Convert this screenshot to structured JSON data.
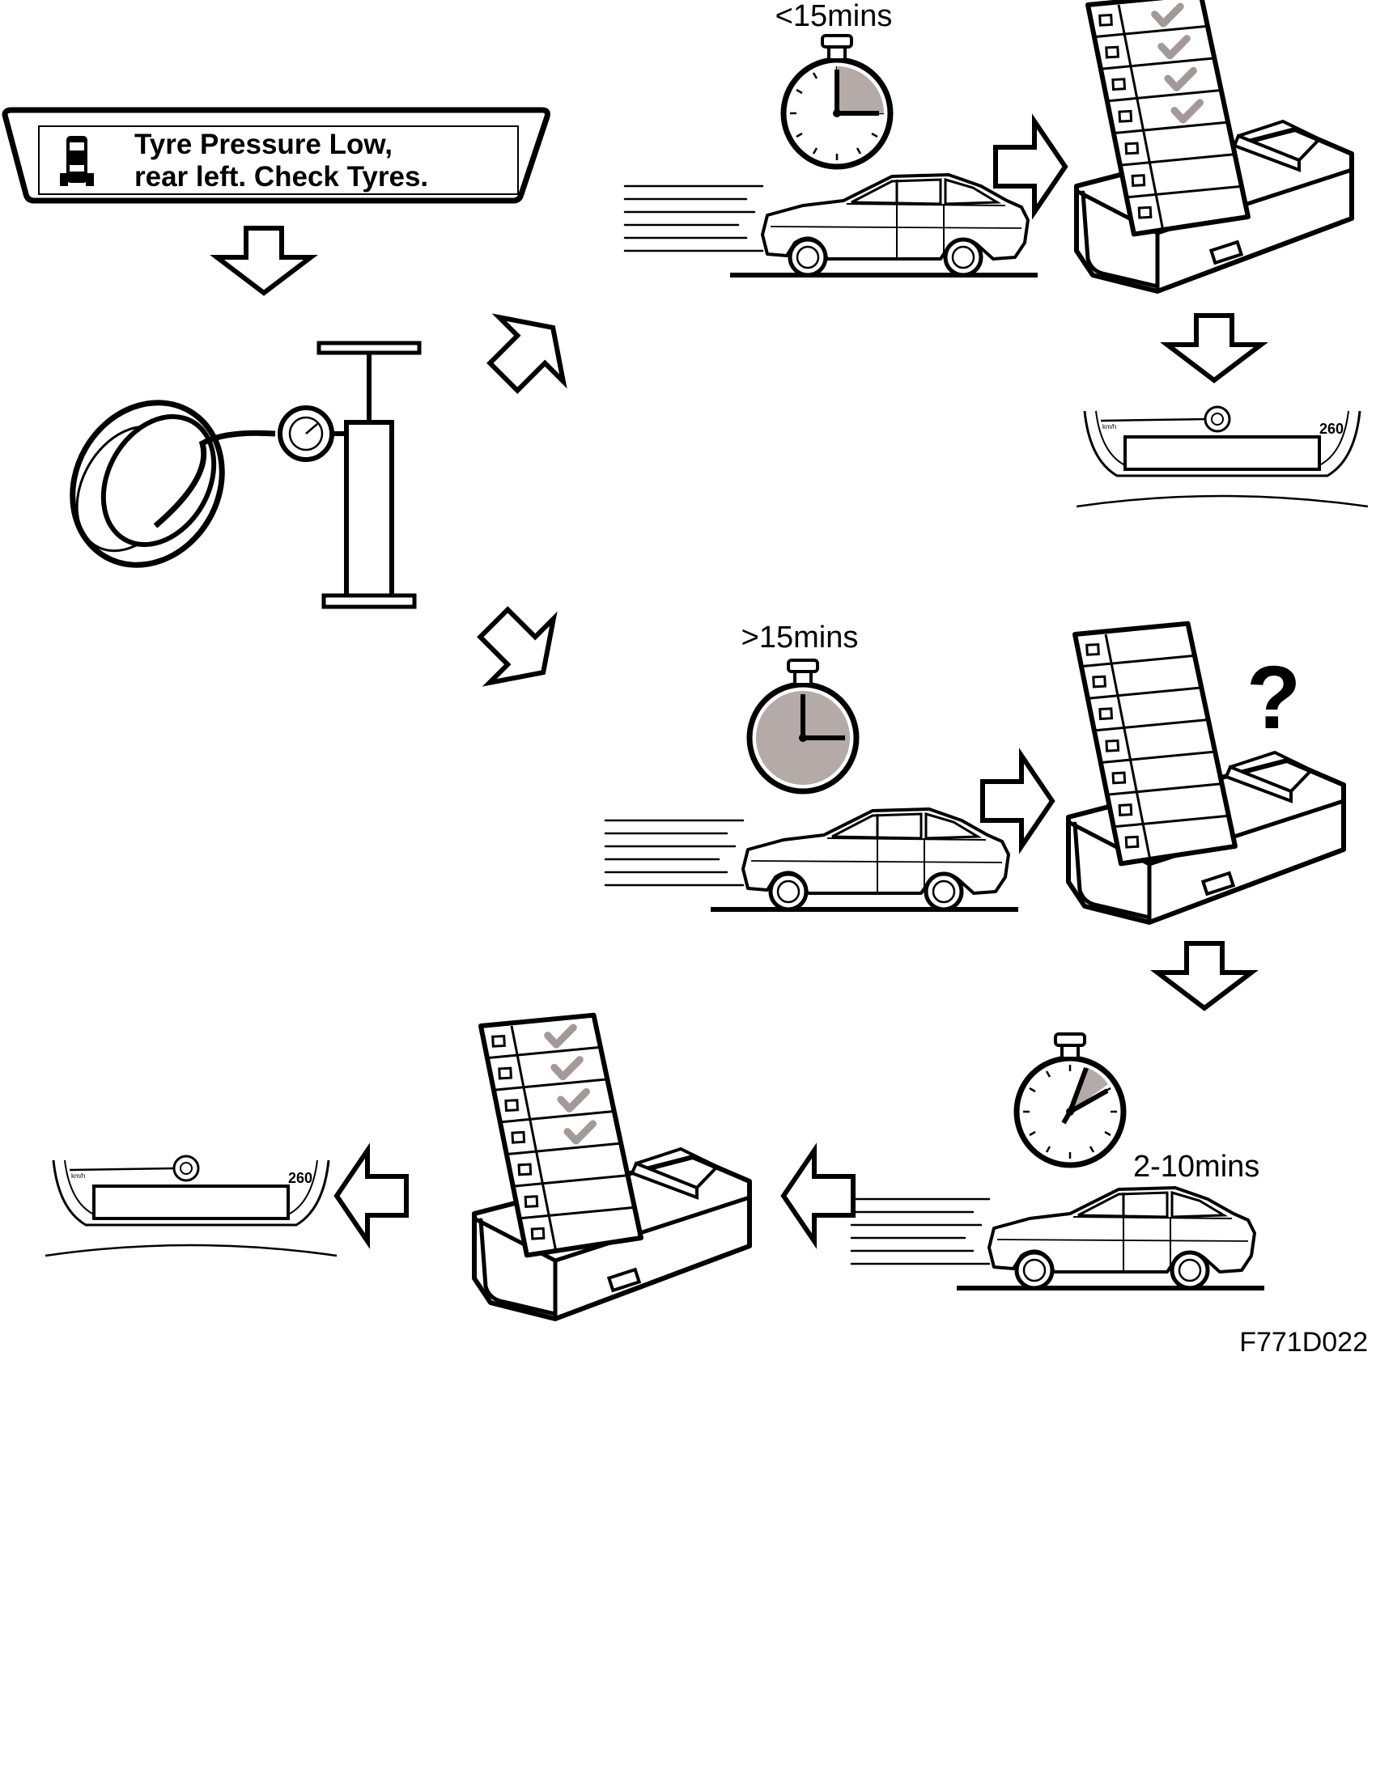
{
  "warning_display": {
    "line1": "Tyre Pressure Low,",
    "line2": "rear left. Check Tyres.",
    "icon": "car-tyre-warning-icon"
  },
  "timers": {
    "short": "<15mins",
    "long": ">15mins",
    "learn": "2-10mins"
  },
  "question_mark": "?",
  "gauge": {
    "value": "260",
    "unit": "km/h"
  },
  "figure_code": "F771D022",
  "colors": {
    "accent_grey": "#b4aaa8",
    "tick_grey": "#a39a98",
    "line": "#000000",
    "background": "#ffffff"
  }
}
